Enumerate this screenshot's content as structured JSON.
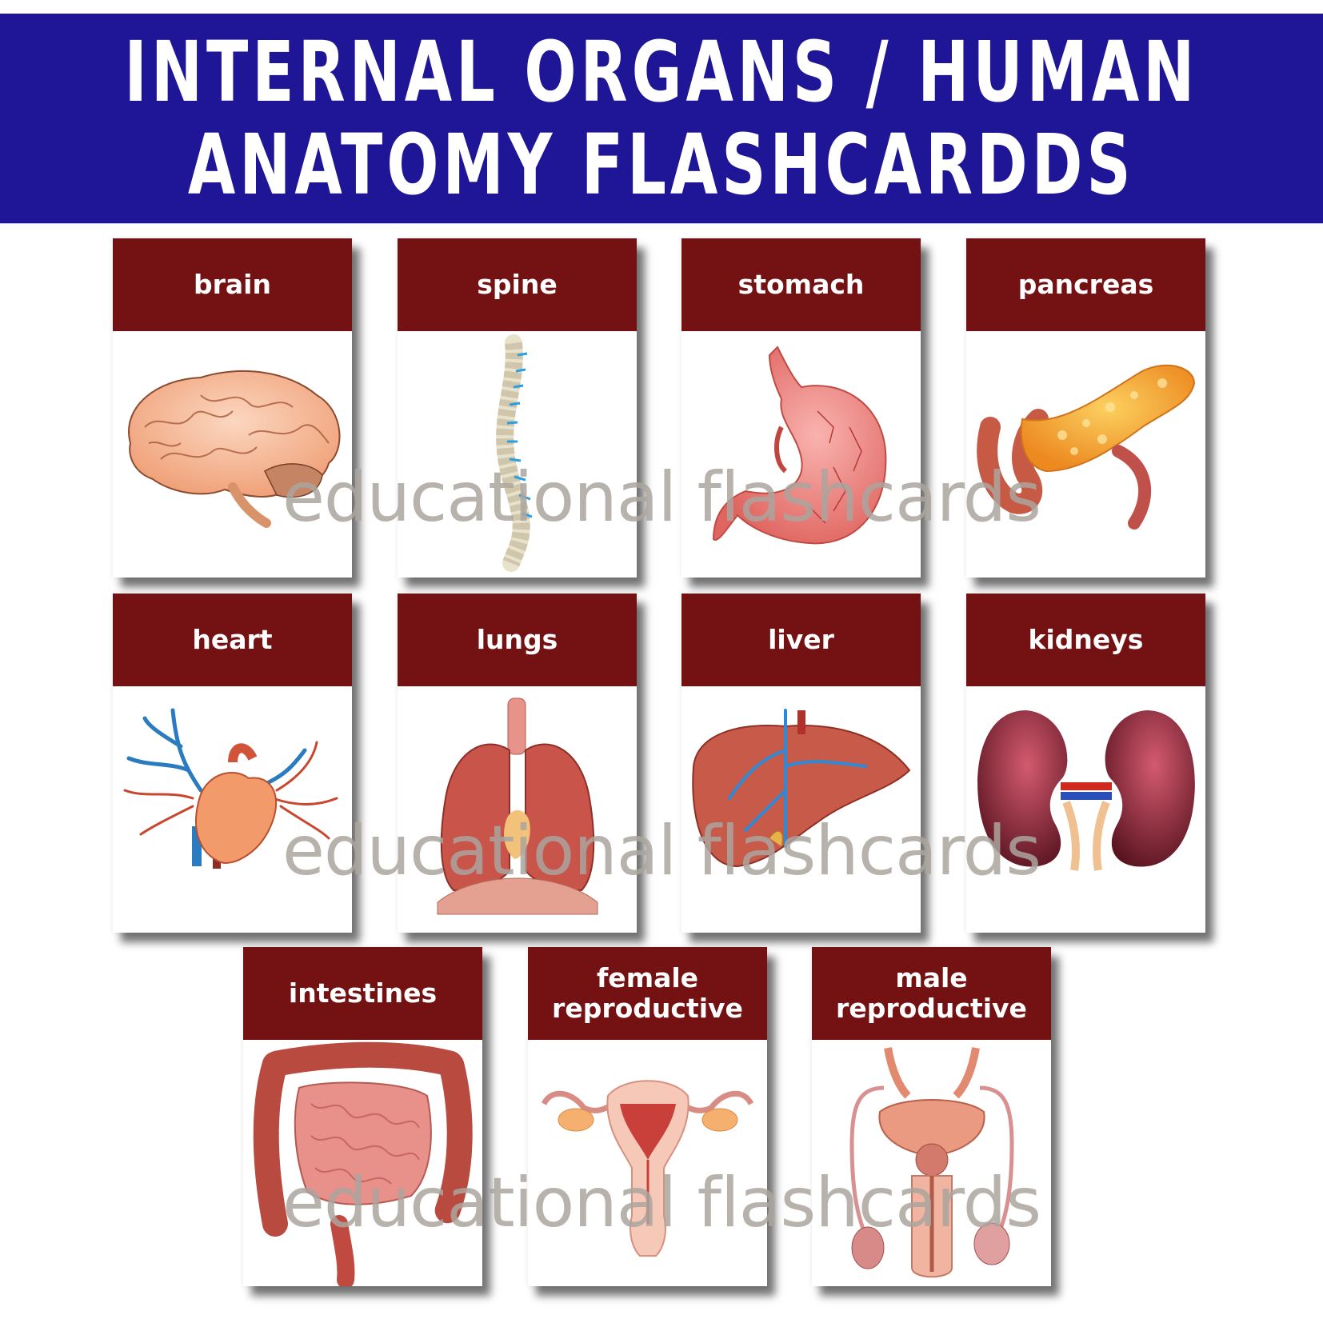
{
  "header": {
    "title_line1": "INTERNAL ORGANS / HUMAN",
    "title_line2": "ANATOMY FLASHCARDDS",
    "background_color": "#1e1696"
  },
  "cards": [
    {
      "label": "brain",
      "image": "brain-illustration"
    },
    {
      "label": "spine",
      "image": "spine-illustration"
    },
    {
      "label": "stomach",
      "image": "stomach-illustration"
    },
    {
      "label": "pancreas",
      "image": "pancreas-illustration"
    },
    {
      "label": "heart",
      "image": "heart-illustration"
    },
    {
      "label": "lungs",
      "image": "lungs-illustration"
    },
    {
      "label": "liver",
      "image": "liver-illustration"
    },
    {
      "label": "kidneys",
      "image": "kidneys-illustration"
    },
    {
      "label": "intestines",
      "image": "intestines-illustration"
    },
    {
      "label_line1": "female",
      "label_line2": "reproductive",
      "image": "female-reproductive-illustration"
    },
    {
      "label_line1": "male",
      "label_line2": "reproductive",
      "image": "male-reproductive-illustration"
    }
  ],
  "watermark": {
    "text": "educational flashcards",
    "rows": 3
  },
  "colors": {
    "card_header": "#741112",
    "card_body": "#ffffff",
    "watermark": "#aaa49e"
  }
}
